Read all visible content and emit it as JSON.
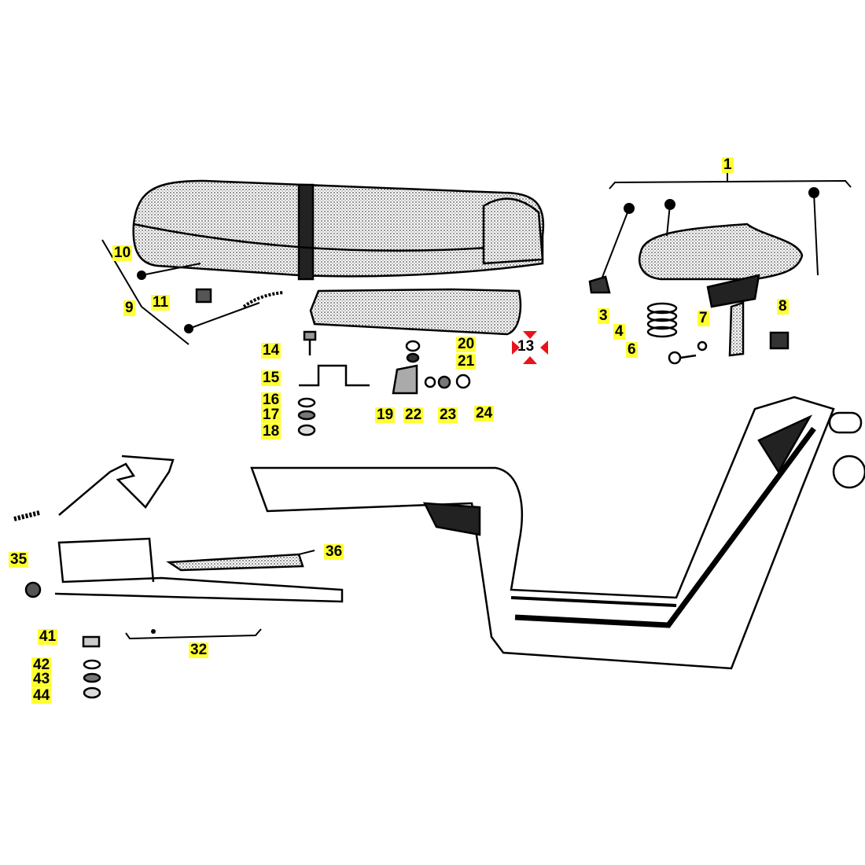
{
  "diagram": {
    "type": "exploded parts diagram",
    "highlight_color": "#ffff33",
    "selected_color": "#e8141c",
    "selected_part": "13",
    "labels": [
      "1",
      "3",
      "4",
      "6",
      "7",
      "8",
      "9",
      "10",
      "11",
      "13",
      "14",
      "15",
      "16",
      "17",
      "18",
      "19",
      "20",
      "21",
      "22",
      "23",
      "24",
      "32",
      "35",
      "36",
      "41",
      "42",
      "43",
      "44"
    ]
  }
}
